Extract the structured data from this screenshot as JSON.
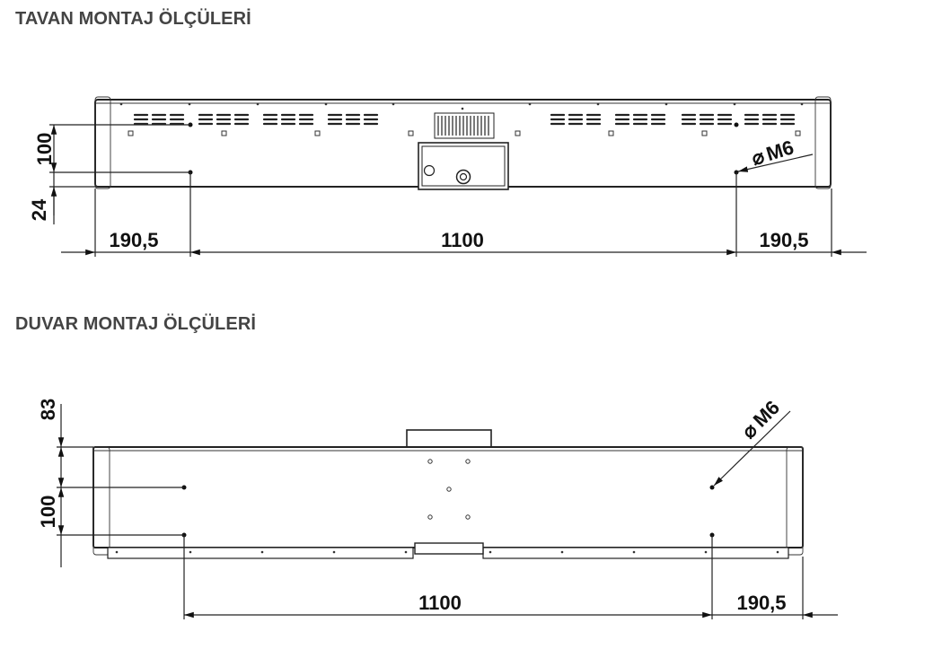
{
  "headings": {
    "ceiling": "TAVAN MONTAJ ÖLÇÜLERİ",
    "wall": "DUVAR MONTAJ ÖLÇÜLERİ"
  },
  "ceiling_drawing": {
    "dim_vertical_top": "100",
    "dim_vertical_bottom": "24",
    "dim_left": "190,5",
    "dim_center": "1100",
    "dim_right": "190,5",
    "bolt_label": "M6"
  },
  "wall_drawing": {
    "dim_vertical_top": "83",
    "dim_vertical_bottom": "100",
    "dim_center": "1100",
    "dim_right": "190,5",
    "bolt_label": "M6"
  },
  "colors": {
    "heading": "#444444",
    "line": "#222222"
  }
}
